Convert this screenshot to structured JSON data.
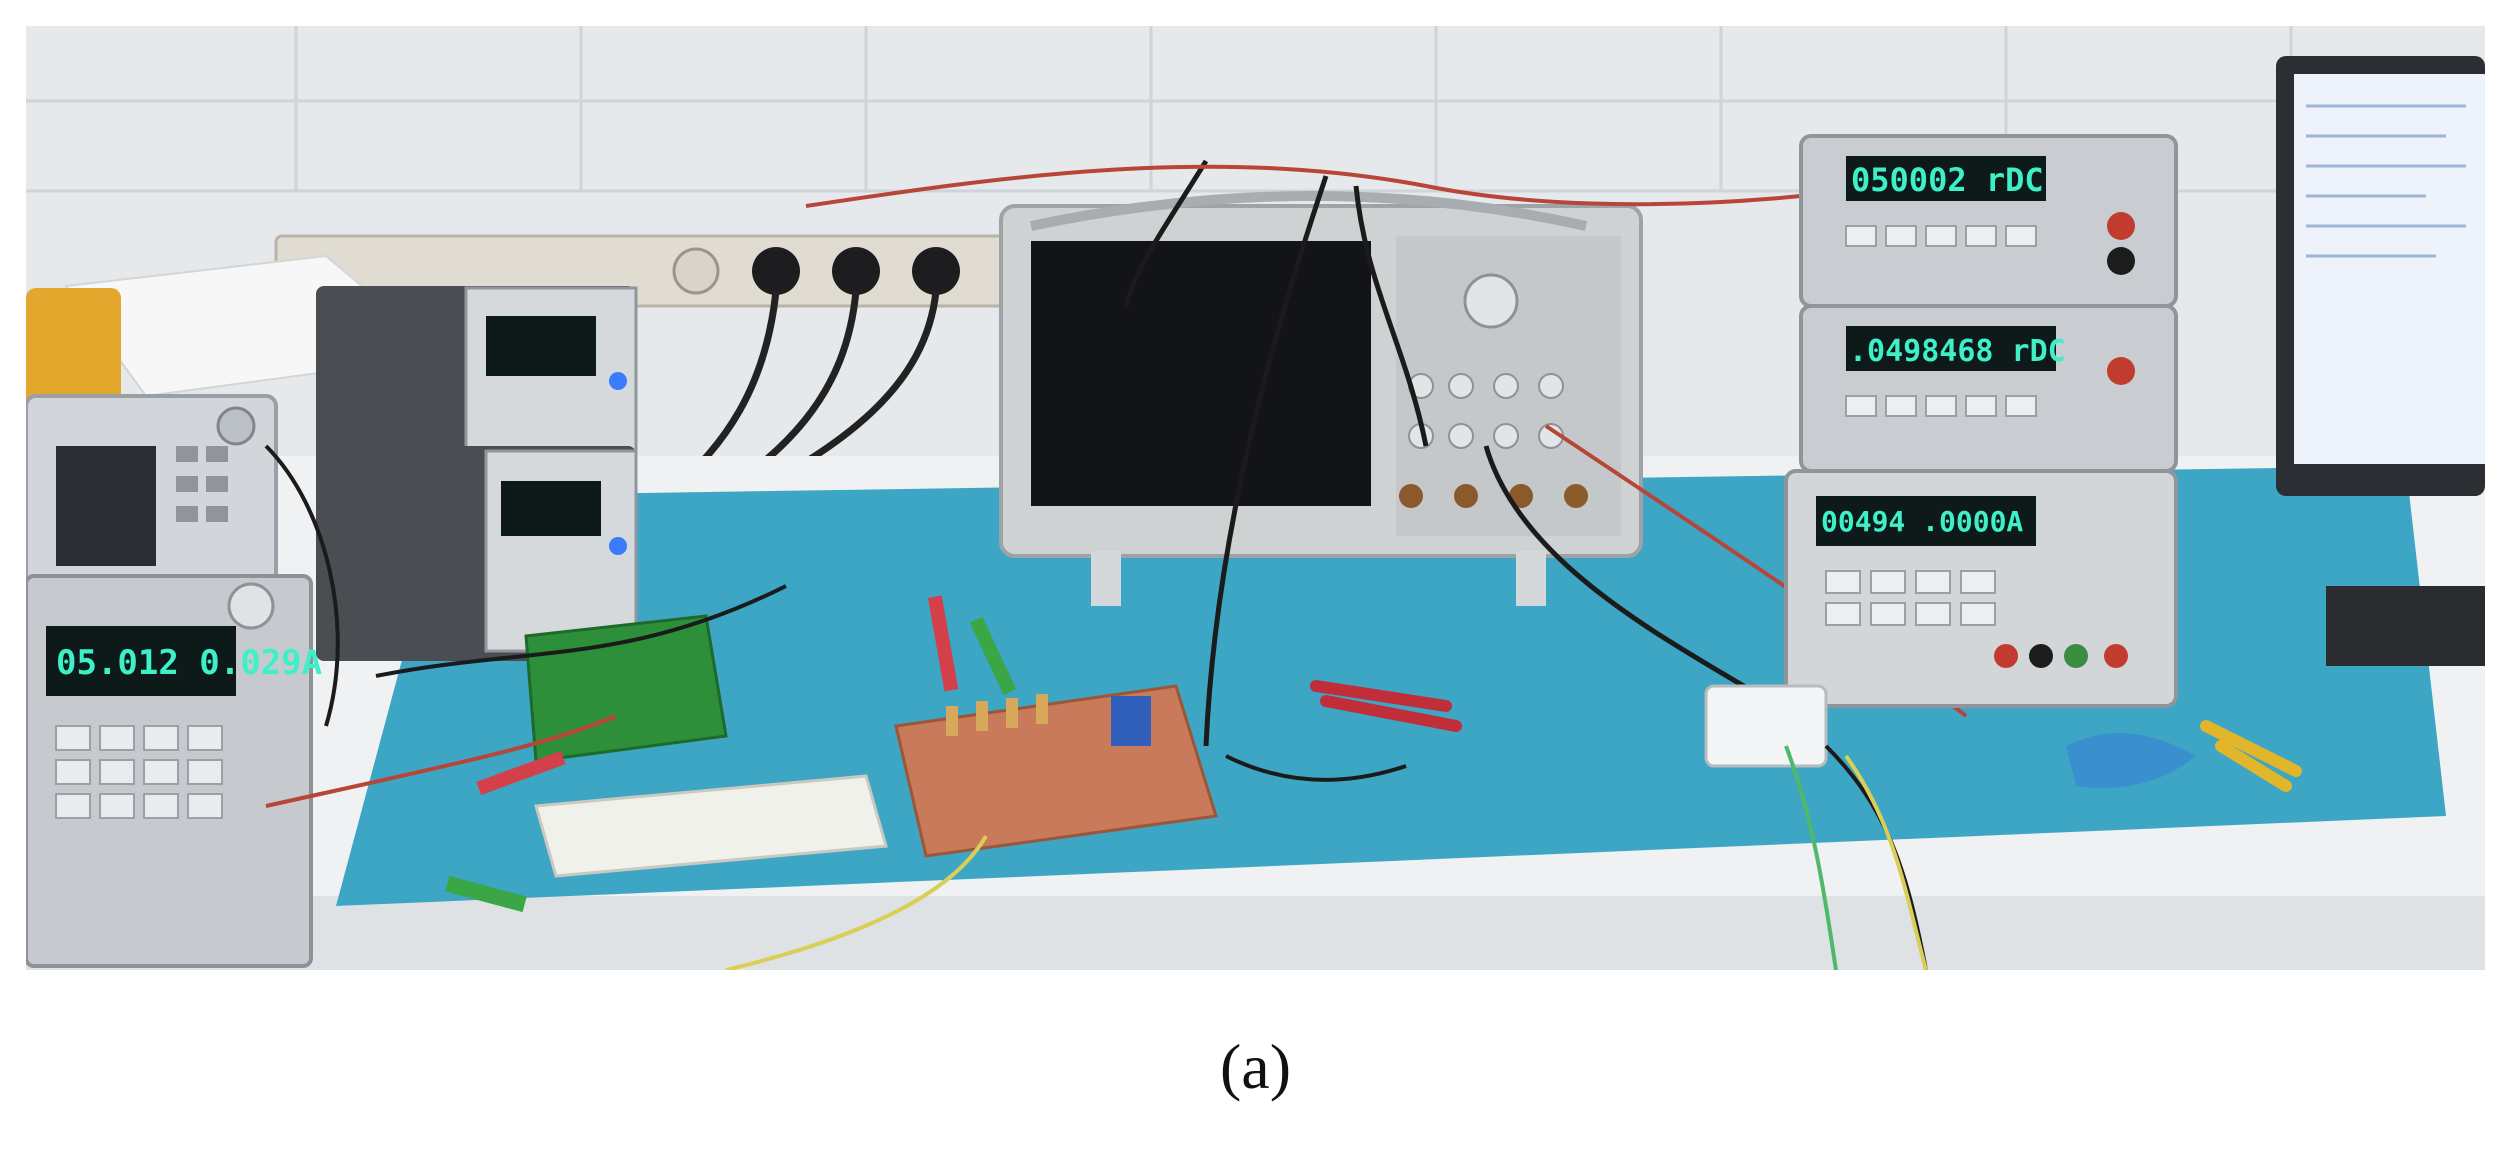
{
  "caption": "(a)",
  "photo": {
    "readouts": {
      "multimeter_top": "050002  rDC",
      "multimeter_middle": ".0498468 rDC",
      "power_supply_right": "00494 .0000A",
      "power_supply_left_top": "",
      "power_supply_left_bottom": "",
      "bench_supply_left": "05.012 0.029A"
    },
    "colors": {
      "wall": "#e9ecef",
      "mat": "#3fa9c6",
      "desk": "#f2f2f2",
      "instrument_gray": "#c9cdd2",
      "lcd_green": "#2fe0c0",
      "pcb": "#c87a5a"
    }
  }
}
